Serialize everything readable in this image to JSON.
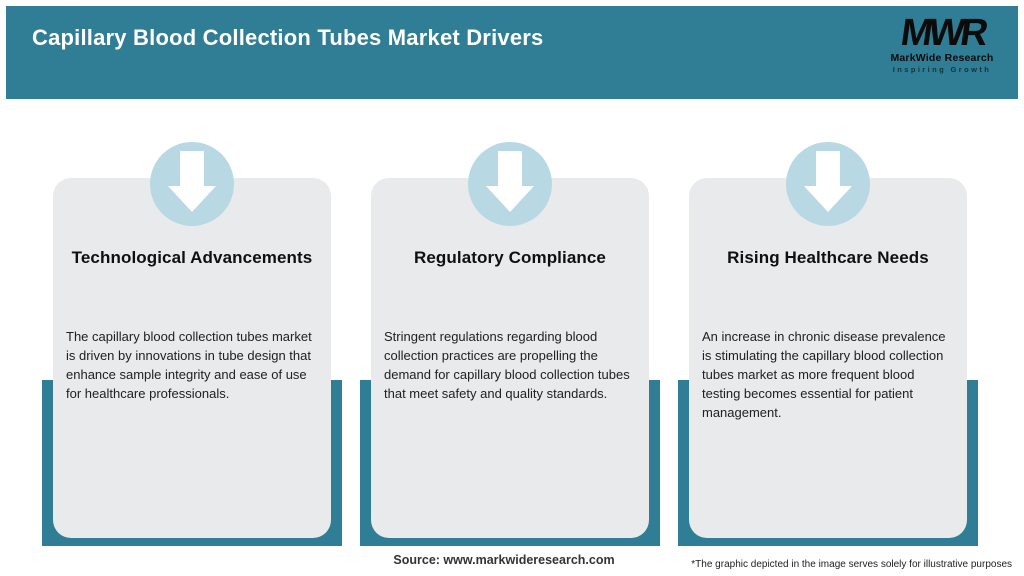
{
  "header": {
    "title": "Capillary Blood Collection Tubes Market Drivers"
  },
  "logo": {
    "monogram": "MWR",
    "name": "MarkWide Research",
    "tagline": "Inspiring Growth"
  },
  "cards": [
    {
      "icon": "arrow-down-icon",
      "title": "Technological Advancements",
      "description": "The capillary blood collection tubes market is driven by innovations in tube design that enhance sample integrity and ease of use for healthcare professionals."
    },
    {
      "icon": "arrow-down-icon",
      "title": "Regulatory Compliance",
      "description": "Stringent regulations regarding blood collection practices are propelling the demand for capillary blood collection tubes that meet safety and quality standards."
    },
    {
      "icon": "arrow-down-icon",
      "title": "Rising Healthcare Needs",
      "description": "An increase in chronic disease prevalence is stimulating the capillary blood collection tubes market as more frequent blood testing becomes essential for patient management."
    }
  ],
  "footer": {
    "source": "Source: www.markwideresearch.com",
    "disclaimer": "*The graphic depicted in the image serves solely for illustrative purposes"
  },
  "colors": {
    "teal": "#2f7e95",
    "circle_blue": "#b8d9e4",
    "card_gray": "#e8eaeb"
  }
}
